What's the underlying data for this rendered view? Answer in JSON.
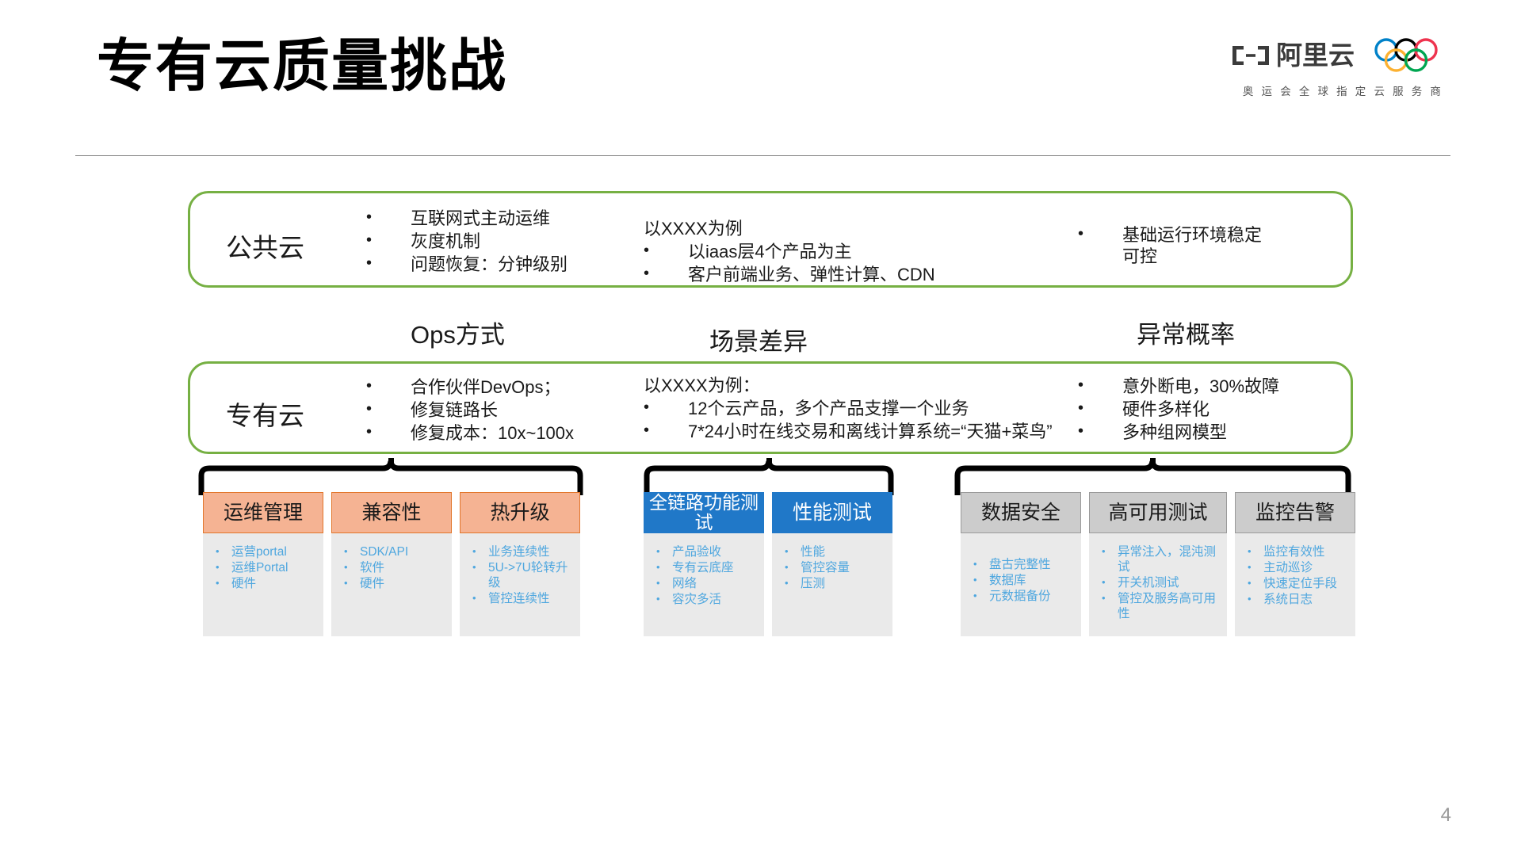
{
  "slide": {
    "title": "专有云质量挑战",
    "page_number": "4"
  },
  "logo": {
    "brand_cn": "阿里云",
    "tagline": "奥 运 会 全 球 指 定 云 服 务 商",
    "ring_colors": [
      "#0081C8",
      "#000000",
      "#EE334E",
      "#FCB131",
      "#00A651"
    ]
  },
  "colors": {
    "green_border": "#76B043",
    "orange_fill": "#F5B393",
    "orange_border": "#E2762B",
    "blue_fill": "#2078C8",
    "gray_fill": "#CCCCCC",
    "card_body_fill": "#EAEAEA",
    "card_text": "#4FA7DF"
  },
  "rows": {
    "public": {
      "label": "公共云",
      "col1": [
        "互联网式主动运维",
        "灰度机制",
        "问题恢复：分钟级别"
      ],
      "col2_intro": "以XXXX为例",
      "col2": [
        "以iaas层4个产品为主",
        "客户前端业务、弹性计算、CDN"
      ],
      "col3": [
        "基础运行环境稳定可控"
      ]
    },
    "private": {
      "label": "专有云",
      "col1": [
        "合作伙伴DevOps；",
        "修复链路长",
        "修复成本：10x~100x"
      ],
      "col2_intro": "以XXXX为例：",
      "col2": [
        "12个云产品，多个产品支撑一个业务",
        "7*24小时在线交易和离线计算系统=“天猫+菜鸟”"
      ],
      "col3": [
        "意外断电，30%故障",
        "硬件多样化",
        "多种组网模型"
      ]
    }
  },
  "section_labels": {
    "ops": "Ops方式",
    "scenario": "场景差异",
    "anomaly": "异常概率"
  },
  "card_groups": [
    {
      "group": "ops",
      "style": "orange",
      "cards": [
        {
          "title": "运维管理",
          "items": [
            "运营portal",
            "运维Portal",
            "硬件"
          ]
        },
        {
          "title": "兼容性",
          "items": [
            "SDK/API",
            "软件",
            "硬件"
          ]
        },
        {
          "title": "热升级",
          "items": [
            "业务连续性",
            "5U->7U轮转升级",
            "管控连续性"
          ]
        }
      ]
    },
    {
      "group": "scenario",
      "style": "blue",
      "cards": [
        {
          "title": "全链路功能测试",
          "items": [
            "产品验收",
            "专有云底座",
            "网络",
            "容灾多活"
          ]
        },
        {
          "title": "性能测试",
          "items": [
            "性能",
            "管控容量",
            "压测"
          ]
        }
      ]
    },
    {
      "group": "anomaly",
      "style": "gray",
      "cards": [
        {
          "title": "数据安全",
          "items": [
            "盘古完整性",
            "数据库",
            "元数据备份"
          ]
        },
        {
          "title": "高可用测试",
          "items": [
            "异常注入，混沌测试",
            "开关机测试",
            "管控及服务高可用性"
          ]
        },
        {
          "title": "监控告警",
          "items": [
            "监控有效性",
            "主动巡诊",
            "快速定位手段",
            "系统日志"
          ]
        }
      ]
    }
  ]
}
